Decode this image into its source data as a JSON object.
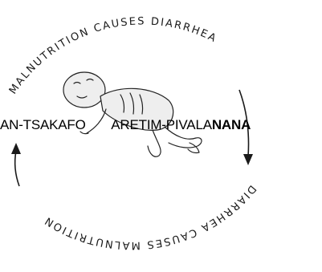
{
  "diagram": {
    "top_arc_text": "MALNUTRITION CAUSES DIARRHEA",
    "bottom_arc_text": "DIARRHEA CAUSES MALNUTRITION",
    "overlay_label_main": "AN-TSAKAFO       ARETIM-PIVALA",
    "overlay_label_bold": "NANA"
  }
}
